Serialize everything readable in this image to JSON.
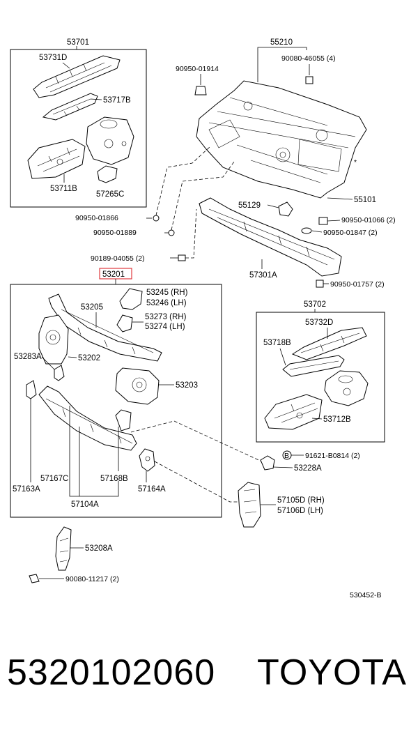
{
  "figure_code": "530452-B",
  "highlighted_part": "53201",
  "part_number": "5320102060",
  "brand": "TOYOTA",
  "labels": {
    "g53701": "53701",
    "p53731D": "53731D",
    "p53717B": "53717B",
    "p53711B": "53711B",
    "p57265C": "57265C",
    "g55210": "55210",
    "b90950_01914": "90950-01914",
    "b90080_46055": "90080-46055 (4)",
    "p55129": "55129",
    "p55101": "55101",
    "b90950_01866": "90950-01866",
    "b90950_01889": "90950-01889",
    "b90950_01066": "90950-01066 (2)",
    "b90950_01847": "90950-01847 (2)",
    "b90189_04055": "90189-04055 (2)",
    "p57301A": "57301A",
    "b90950_01757": "90950-01757 (2)",
    "p53205": "53205",
    "p53245": "53245 (RH)",
    "p53246": "53246 (LH)",
    "p53273": "53273 (RH)",
    "p53274": "53274 (LH)",
    "p53283A": "53283A",
    "p53202": "53202",
    "p53203": "53203",
    "g53702": "53702",
    "p53732D": "53732D",
    "p53718B": "53718B",
    "p53712B": "53712B",
    "p91621": "91621-B0814 (2)",
    "circleB": "B",
    "p53228A": "53228A",
    "p57167C": "57167C",
    "p57168B": "57168B",
    "p57163A": "57163A",
    "p57164A": "57164A",
    "p57104A": "57104A",
    "p57105D": "57105D (RH)",
    "p57106D": "57106D (LH)",
    "p53208A": "53208A",
    "b90080_11217": "90080-11217 (2)"
  }
}
